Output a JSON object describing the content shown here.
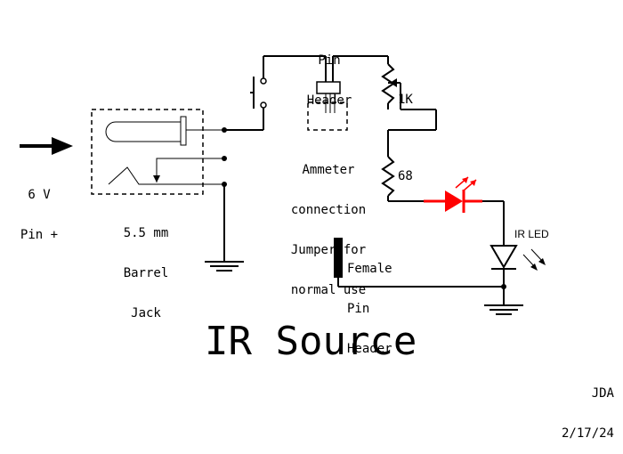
{
  "labels": {
    "pin_header": [
      "Pin",
      "Header"
    ],
    "resistor_1k": "1K",
    "ammeter_note": [
      "Ammeter",
      "connection",
      "Jumper for",
      "normal use"
    ],
    "resistor_68": "68",
    "input_power": [
      "6 V",
      "Pin +"
    ],
    "barrel_jack": [
      "5.5 mm",
      "Barrel",
      "Jack"
    ],
    "female_header": [
      "Female",
      "Pin",
      "Header"
    ],
    "ir_led": "IR LED",
    "title": "IR Source",
    "author": "JDA",
    "date": "2/17/24"
  },
  "colors": {
    "wire": "#000000",
    "red_led": "#ff0000",
    "background": "#ffffff"
  }
}
